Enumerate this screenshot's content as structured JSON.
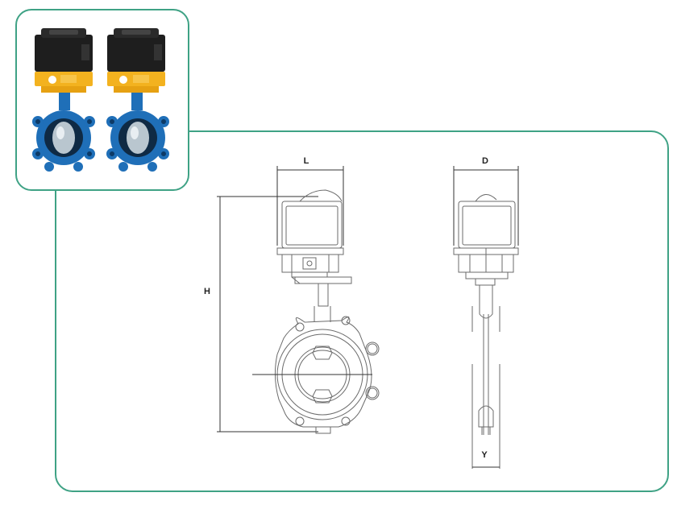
{
  "dimensions": {
    "L": "L",
    "D": "D",
    "H": "H",
    "Y": "Y"
  },
  "colors": {
    "frame": "#3fa285",
    "actuator_body": "#1e1e1e",
    "actuator_bracket": "#f3b21f",
    "valve_body": "#1f6fb8",
    "line": "#6b6b6b"
  },
  "icons": {
    "product_photo": "electric-actuator-butterfly-valve-photo"
  }
}
